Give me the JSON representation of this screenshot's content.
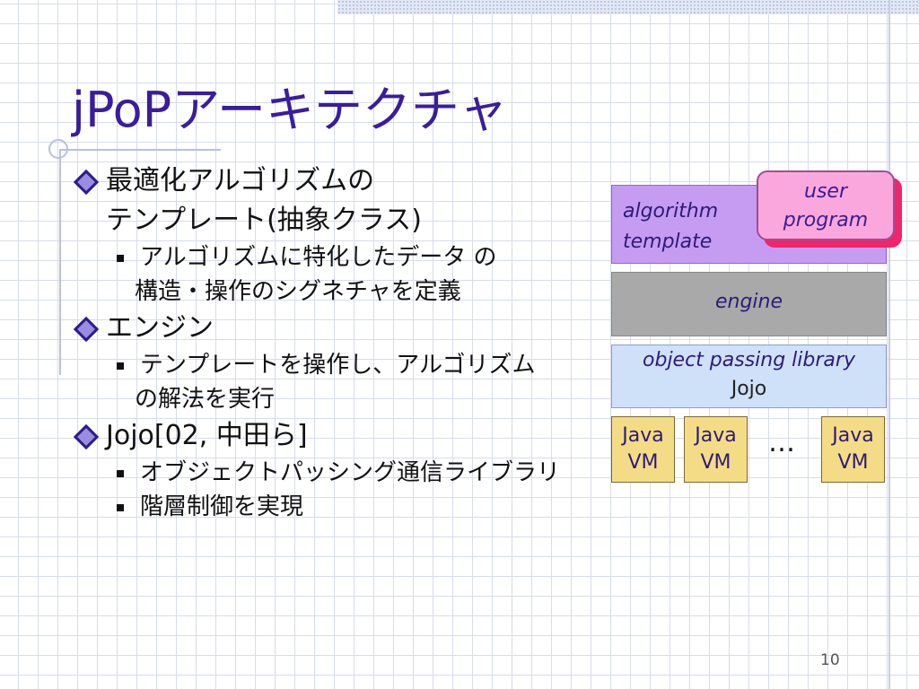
{
  "slide": {
    "title": "jPoPアーキテクチャ",
    "page_number": "10"
  },
  "bullets": [
    {
      "lines": [
        "最適化アルゴリズムの",
        "テンプレート(抽象クラス)"
      ],
      "subs": [
        {
          "lines": [
            "アルゴリズムに特化したデータ の",
            "構造・操作のシグネチャを定義"
          ]
        }
      ]
    },
    {
      "lines": [
        "エンジン"
      ],
      "subs": [
        {
          "lines": [
            "テンプレートを操作し、アルゴリズム",
            "の解法を実行"
          ]
        }
      ]
    },
    {
      "lines": [
        "Jojo[02, 中田ら]"
      ],
      "subs": [
        {
          "lines": [
            "オブジェクトパッシング通信ライブラリ"
          ]
        },
        {
          "lines": [
            "階層制御を実現"
          ]
        }
      ]
    }
  ],
  "diagram": {
    "algorithm_template": [
      "algorithm",
      "template"
    ],
    "user_program": [
      "user",
      "program"
    ],
    "engine": "engine",
    "object_passing_library": "object passing library",
    "jojo": "Jojo",
    "vms": [
      [
        "Java",
        "VM"
      ],
      [
        "Java",
        "VM"
      ],
      [
        "Java",
        "VM"
      ]
    ],
    "ellipsis": "…",
    "colors": {
      "title": "#3a1d9c",
      "algorithm_template_fill": "#c69cf2",
      "user_program_fill": "#f9a7dd",
      "user_program_shadow": "#f0266a",
      "engine_fill": "#a9a9a9",
      "library_fill": "#cfe0f9",
      "vm_fill": "#f4dc86"
    }
  }
}
